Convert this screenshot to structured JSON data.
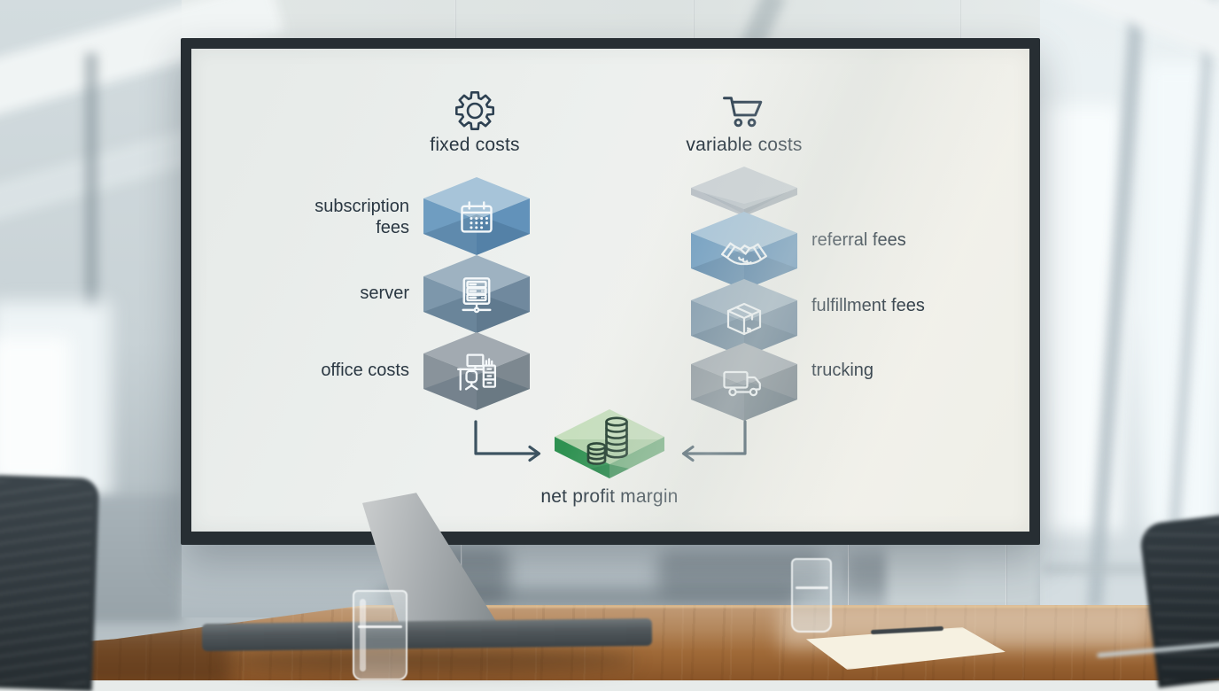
{
  "board": {
    "columns": [
      {
        "id": "fixed",
        "header": {
          "label": "fixed costs",
          "icon": "gear-icon"
        },
        "items": [
          {
            "label": "subscription fees",
            "icon": "calendar-icon",
            "scheme": "blue"
          },
          {
            "label": "server",
            "icon": "server-icon",
            "scheme": "blue-gray"
          },
          {
            "label": "office costs",
            "icon": "office-desk-icon",
            "scheme": "gray"
          }
        ]
      },
      {
        "id": "variable",
        "header": {
          "label": "variable costs",
          "icon": "shopping-cart-icon"
        },
        "items": [
          {
            "label": "referral fees",
            "icon": "handshake-icon",
            "scheme": "blue"
          },
          {
            "label": "fulfillment fees",
            "icon": "package-icon",
            "scheme": "blue-gray"
          },
          {
            "label": "trucking",
            "icon": "truck-icon",
            "scheme": "gray"
          }
        ]
      }
    ],
    "result": {
      "label": "net profit margin",
      "icon": "coins-icon"
    }
  },
  "colors": {
    "board_frame": "#272e33",
    "board_surface": "#edf0ee",
    "text": "#2a3742",
    "arrow": "#3d5361",
    "cube_blue": {
      "top": "#a7c4d9",
      "left": "#6f9dc1",
      "right": "#6292ba"
    },
    "cube_blue_gray": {
      "top": "#9eb2c1",
      "left": "#7d97ab",
      "right": "#70899e"
    },
    "cube_gray": {
      "top": "#a2aab1",
      "left": "#89939b",
      "right": "#7d8890"
    },
    "cube_cap": {
      "top": "#ccd2d6",
      "left": "#b9c0c6",
      "right": "#afb7bd"
    },
    "result_green_top": "#c7dfbe",
    "result_green_dark": "#2e9151"
  }
}
